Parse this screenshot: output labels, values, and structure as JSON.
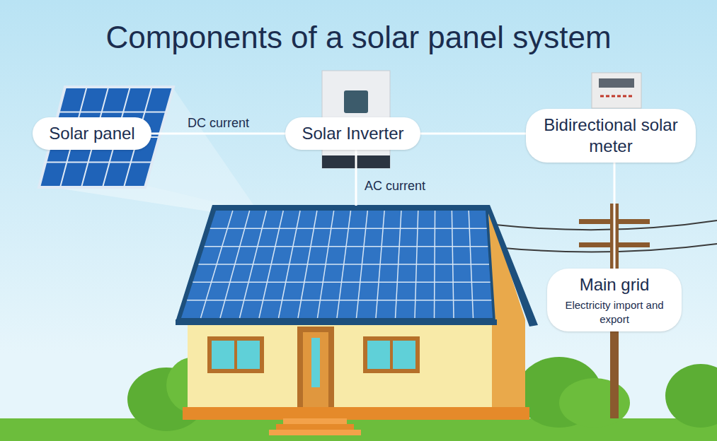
{
  "diagram": {
    "title": "Components of a solar panel system",
    "nodes": [
      {
        "text": [
          "Solar panel"
        ]
      },
      {
        "text": [
          "Solar Inverter"
        ]
      },
      {
        "text": [
          "Bidirectional solar meter"
        ]
      },
      {
        "text": [
          "Main grid",
          "Electricity import and export"
        ]
      }
    ],
    "edges": [
      {
        "from": 0,
        "to": 1,
        "label": "DC current",
        "arrow": "none"
      },
      {
        "from": 1,
        "to": 2,
        "arrow": "none"
      },
      {
        "from": 2,
        "to": 3,
        "arrow": "none"
      }
    ],
    "labels": [
      "AC current"
    ]
  }
}
